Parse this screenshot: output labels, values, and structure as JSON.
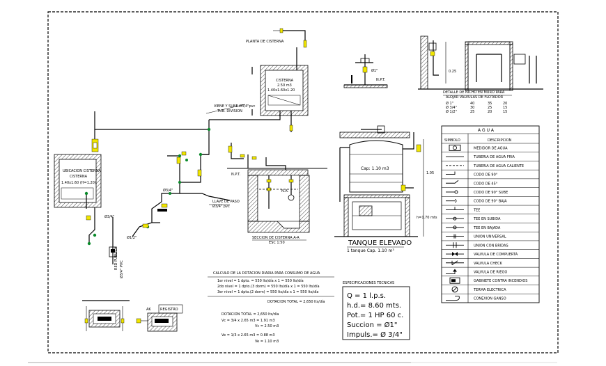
{
  "labels": {
    "planta_cisterna": "PLANTA DE CISTERNA",
    "cisterna": "CISTERNA",
    "cisterna_vol": "2.50 m3",
    "ubicacion_cisterna": "UBICACION CISTERNA",
    "viene_sube": "VIENE Y SUBE Ø3/4\"pvc",
    "tub_division": "TUB. DIVISION",
    "llave_paso": "LLAVE DE PASO",
    "seccion_cisterna": "SECCION DE CISTERNA A-A",
    "seccion_esc": "ESC 1:50",
    "tanque_elevado": "TANQUE ELEVADO",
    "tanque_cap": "1 tanque Cap. 1.10 m³",
    "tanque_label": "Cap: 1.10 m3",
    "detalle_nicho_1": "DETALLE DE NICHO EN MURO PARA",
    "detalle_nicho_2": "ALOJAR VALVULAS DE FLOTADOR"
  },
  "legend": {
    "header": "A G U A",
    "col_symbol": "SIMBOLO",
    "col_desc": "DESCRIPCION",
    "rows": [
      {
        "symbol": "meter",
        "desc": "MEDIDOR DE AGUA"
      },
      {
        "symbol": "line-solid",
        "desc": "TUBERIA DE AGUA FRIA"
      },
      {
        "symbol": "line-dash",
        "desc": "TUBERIA DE AGUA CALIENTE"
      },
      {
        "symbol": "elbow90",
        "desc": "CODO DE 90°"
      },
      {
        "symbol": "elbow45",
        "desc": "CODO DE 45°"
      },
      {
        "symbol": "elbow-up",
        "desc": "CODO DE 90° SUBE"
      },
      {
        "symbol": "elbow-down",
        "desc": "CODO DE 90° BAJA"
      },
      {
        "symbol": "tee",
        "desc": "TEE"
      },
      {
        "symbol": "tee-up",
        "desc": "TEE EN SUBIDA"
      },
      {
        "symbol": "tee-down",
        "desc": "TEE EN BAJADA"
      },
      {
        "symbol": "union",
        "desc": "UNION UNIVERSAL"
      },
      {
        "symbol": "flange",
        "desc": "UNION CON BRIDAS"
      },
      {
        "symbol": "gate",
        "desc": "VALVULA DE COMPUERTA"
      },
      {
        "symbol": "check",
        "desc": "VALVULA CHECK"
      },
      {
        "symbol": "irrigation",
        "desc": "VALVULA DE RIEGO"
      },
      {
        "symbol": "cabinet",
        "desc": "GABINETE CONTRA INCENDIOS"
      },
      {
        "symbol": "electric",
        "desc": "TERMA ELECTRICA"
      },
      {
        "symbol": "gooseneck",
        "desc": "CONEXION GANSO"
      }
    ]
  },
  "calc": {
    "title": "CALCULO DE LA DOTACION DIARIA PARA CONSUMO DE AGUA",
    "lines": [
      "1er nivel = 1 dpto.  = 550 lts/día x 1  =  550 lts/día",
      "2do nivel = 1 dpto.(3 dorm) = 550 lts/día x 1  =  550 lts/día",
      "3er nivel = 1 dpto.(2 dorm) = 550 lts/día x 1  =  550 lts/día"
    ],
    "total": "DOTACION TOTAL = 2,650 lts/día",
    "dot_total": "DOTACION TOTAL = 2,650 lts/día",
    "vc1": "Vc = 3/4 x 2.65 m3 = 1.91 m3",
    "vc2": "Vc = 2.50 m3",
    "ve1": "Ve = 1/3 x 2.65 m3 = 0.88 m3",
    "ve2": "Ve = 1.10 m3"
  },
  "specs": {
    "title": "ESPECIFICACIONES TECNICAS",
    "lines": [
      "Q = 1 l.p.s.",
      "h.d.= 8.60 mts.",
      "Pot.= 1 HP 60 c.",
      "Succion = Ø1\"",
      "Impuls.= Ø 3/4\""
    ]
  },
  "colors": {
    "yellow": "#f1e600",
    "green": "#0a8a2a",
    "ink": "#000000"
  }
}
